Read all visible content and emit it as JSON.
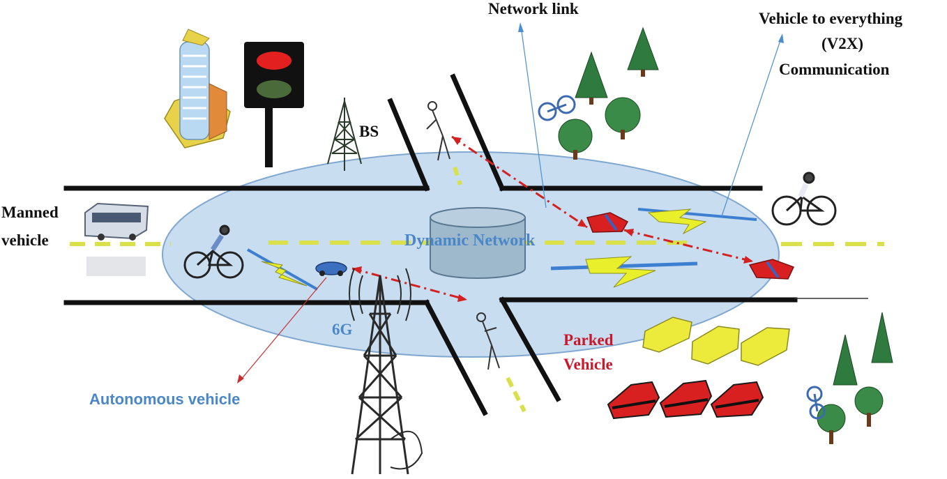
{
  "labels": {
    "network_link": "Network link",
    "v2x_line1": "Vehicle to everything",
    "v2x_line2": "(V2X)",
    "v2x_line3": "Communication",
    "bs": "BS",
    "manned_line1": "Manned",
    "manned_line2": "vehicle",
    "dynamic_network": "Dynamic Network",
    "six_g": "6G",
    "parked_line1": "Parked",
    "parked_line2": "Vehicle",
    "autonomous_vehicle": "Autonomous vehicle"
  },
  "colors": {
    "ellipse_fill": "#c9ddf1",
    "ellipse_stroke": "#7fa7cf",
    "road": "#111111",
    "lane_marker": "#d9e04a",
    "link_red": "#d42020",
    "pointer_blue": "#4a8fd0",
    "lightning_yellow": "#e9ef2a",
    "lightning_blue": "#3c7fd0",
    "label_blue": "#4a86c8",
    "label_red": "#c8182a",
    "tree_green": "#2f7a3e",
    "car_red": "#d92020",
    "car_yellow": "#ecea3a"
  },
  "icons": [
    "office-building-icon",
    "traffic-light-icon",
    "bs-tower-icon",
    "6g-tower-icon",
    "database-cylinder-icon",
    "bus-icon",
    "cyclist-icon",
    "autonomous-car-icon",
    "pedestrian-icon",
    "tree-icon",
    "bicycle-icon",
    "parked-car-icon",
    "lightning-icon"
  ]
}
